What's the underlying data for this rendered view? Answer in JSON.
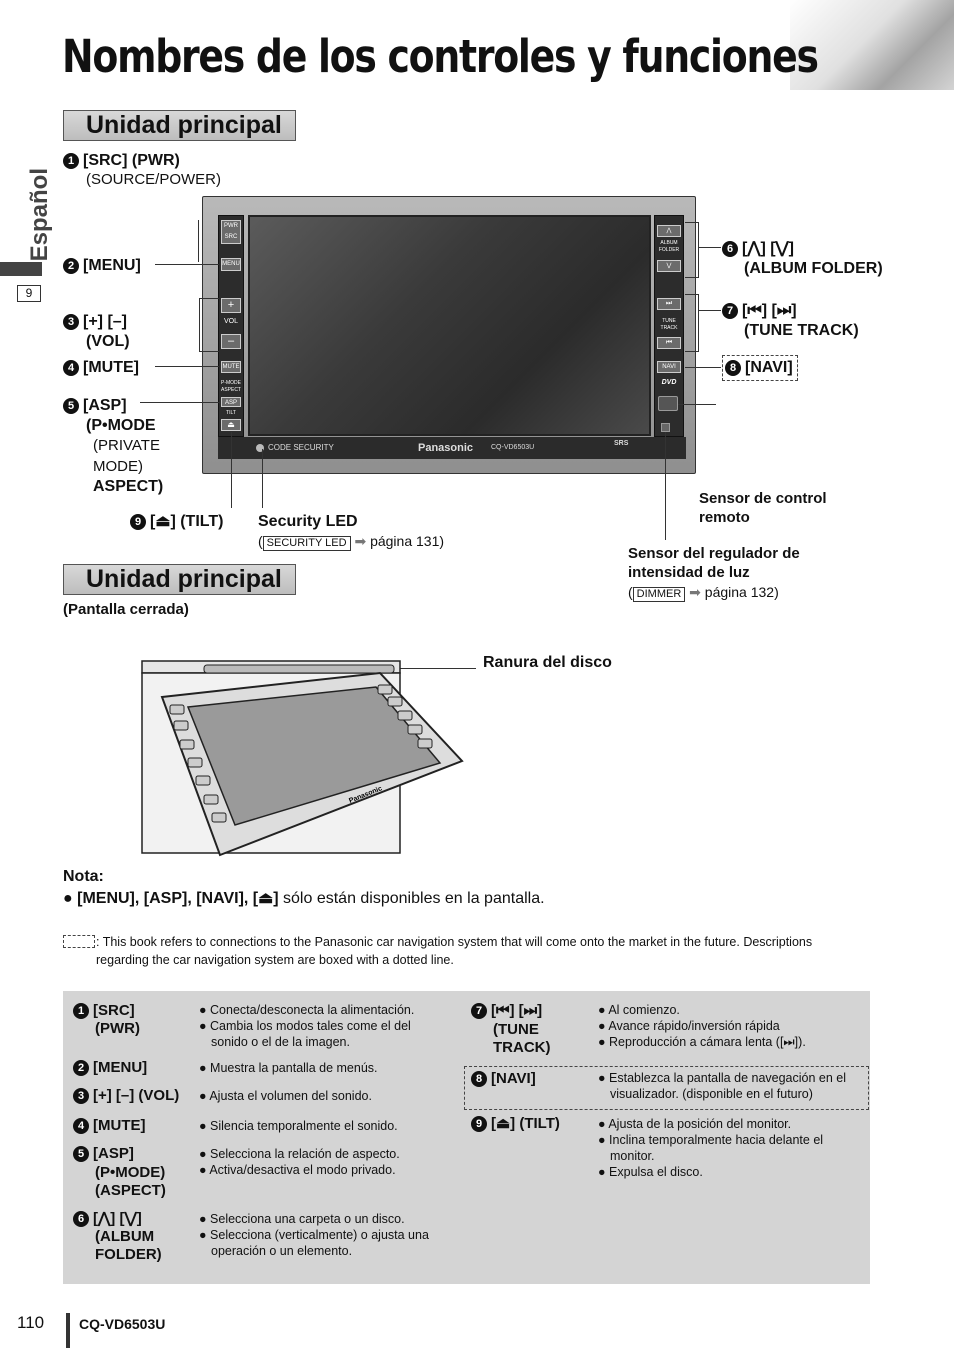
{
  "page": {
    "title": "Nombres de los controles y funciones",
    "language_tab": "Español",
    "section_index": "9",
    "page_number": "110",
    "model": "CQ-VD6503U"
  },
  "section1": {
    "heading": "Unidad principal",
    "labels": {
      "src_num": "1",
      "src": "[SRC] (PWR)",
      "src_sub": "(SOURCE/POWER)",
      "menu_num": "2",
      "menu": "[MENU]",
      "vol_num": "3",
      "vol": "[+] [–]",
      "vol_sub": "(VOL)",
      "mute_num": "4",
      "mute": "[MUTE]",
      "asp_num": "5",
      "asp": "[ASP]",
      "asp_l1": "(P•MODE",
      "asp_l2": "(PRIVATE",
      "asp_l3": "MODE)",
      "asp_l4": "ASPECT)",
      "album_num": "6",
      "album": "[⋀] [⋁]",
      "album_sub": "(ALBUM FOLDER)",
      "tune_num": "7",
      "tune": "[⏮] [⏭]",
      "tune_sub": "(TUNE TRACK)",
      "navi_num": "8",
      "navi": "[NAVI]",
      "tilt_num": "9",
      "tilt": "[⏏] (TILT)",
      "security_led": "Security LED",
      "security_ref_box": "SECURITY LED",
      "security_ref_page": "página 131)",
      "remote_sensor": "Sensor de control remoto",
      "dimmer_sensor_l1": "Sensor del regulador de",
      "dimmer_sensor_l2": "intensidad de luz",
      "dimmer_ref_box": "DIMMER",
      "dimmer_ref_page": "página 132)"
    },
    "device": {
      "pwr": "PWR",
      "src": "SRC",
      "menu": "MENU",
      "vol": "VOL",
      "mute": "MUTE",
      "pmode": "P-MODE",
      "aspect": "ASPECT",
      "asp": "ASP",
      "tilt": "TILT",
      "album": "ALBUM",
      "folder": "FOLDER",
      "tune": "TUNE",
      "track": "TRACK",
      "navi": "NAVI",
      "dvd": "DVD",
      "code_security": "CODE SECURITY",
      "brand": "Panasonic",
      "model_print": "CQ-VD6503U",
      "srs": "SRS"
    }
  },
  "section2": {
    "heading": "Unidad principal",
    "subheading": "(Pantalla cerrada)",
    "disc_slot": "Ranura del disco"
  },
  "notes": {
    "nota": "Nota:",
    "buttons": "[MENU], [ASP], [NAVI], [⏏]",
    "text": " sólo están disponibles en la pantalla.",
    "disclaimer": ": This book refers to connections to the Panasonic car navigation system that will come onto the market in the future. Descriptions regarding the car navigation system are boxed with a dotted line."
  },
  "table": {
    "left": [
      {
        "num": "1",
        "label": "[SRC]",
        "sub": "(PWR)",
        "desc": [
          "Conecta/desconecta la alimentación.",
          "Cambia los modos tales come el del sonido o el de la imagen."
        ]
      },
      {
        "num": "2",
        "label": "[MENU]",
        "sub": "",
        "desc": [
          "Muestra la pantalla de menús."
        ]
      },
      {
        "num": "3",
        "label": "[+] [–] (VOL)",
        "sub": "",
        "desc": [
          "Ajusta el volumen del sonido."
        ]
      },
      {
        "num": "4",
        "label": "[MUTE]",
        "sub": "",
        "desc": [
          "Silencia temporalmente el sonido."
        ]
      },
      {
        "num": "5",
        "label": "[ASP]",
        "sub": "(P•MODE) (ASPECT)",
        "desc": [
          "Selecciona la relación de aspecto.",
          "Activa/desactiva el modo privado."
        ]
      },
      {
        "num": "6",
        "label": "[⋀] [⋁]",
        "sub": "(ALBUM FOLDER)",
        "desc": [
          "Selecciona una carpeta o un disco.",
          "Selecciona (verticalmente) o ajusta una operación o un elemento."
        ]
      }
    ],
    "right": [
      {
        "num": "7",
        "label": "[⏮] [⏭]",
        "sub": "(TUNE TRACK)",
        "desc": [
          "Al comienzo.",
          "Avance rápido/inversión rápida",
          "Reproducción a cámara lenta ([⏭])."
        ]
      },
      {
        "num": "8",
        "label": "[NAVI]",
        "sub": "",
        "desc": [
          "Establezca la pantalla de navegación en el visualizador. (disponible en el futuro)"
        ]
      },
      {
        "num": "9",
        "label": "[⏏] (TILT)",
        "sub": "",
        "desc": [
          "Ajusta de la posición del monitor.",
          "Inclina temporalmente hacia delante el monitor.",
          "Expulsa el disco."
        ]
      }
    ]
  }
}
